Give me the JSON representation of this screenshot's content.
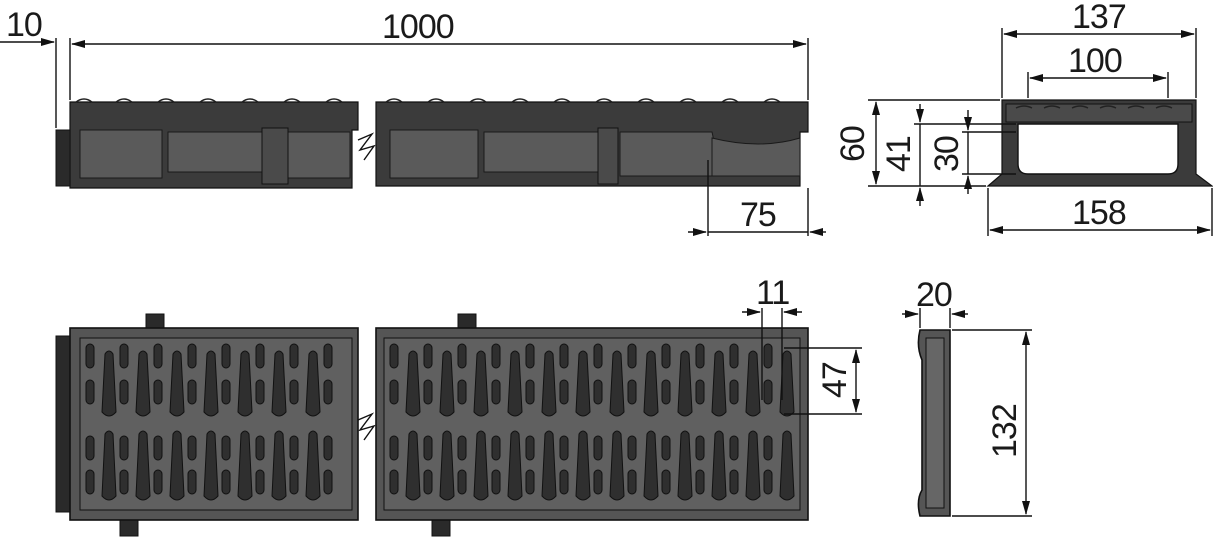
{
  "dimensions": {
    "end_thickness": "10",
    "length": "1000",
    "overall_width": "137",
    "inner_width": "100",
    "height": "60",
    "inner_height": "41",
    "channel_depth": "30",
    "end_offset": "75",
    "base_width": "158",
    "grate_rib": "11",
    "grate_pitch": "47",
    "grate_end_thickness": "20",
    "grate_width": "132"
  }
}
